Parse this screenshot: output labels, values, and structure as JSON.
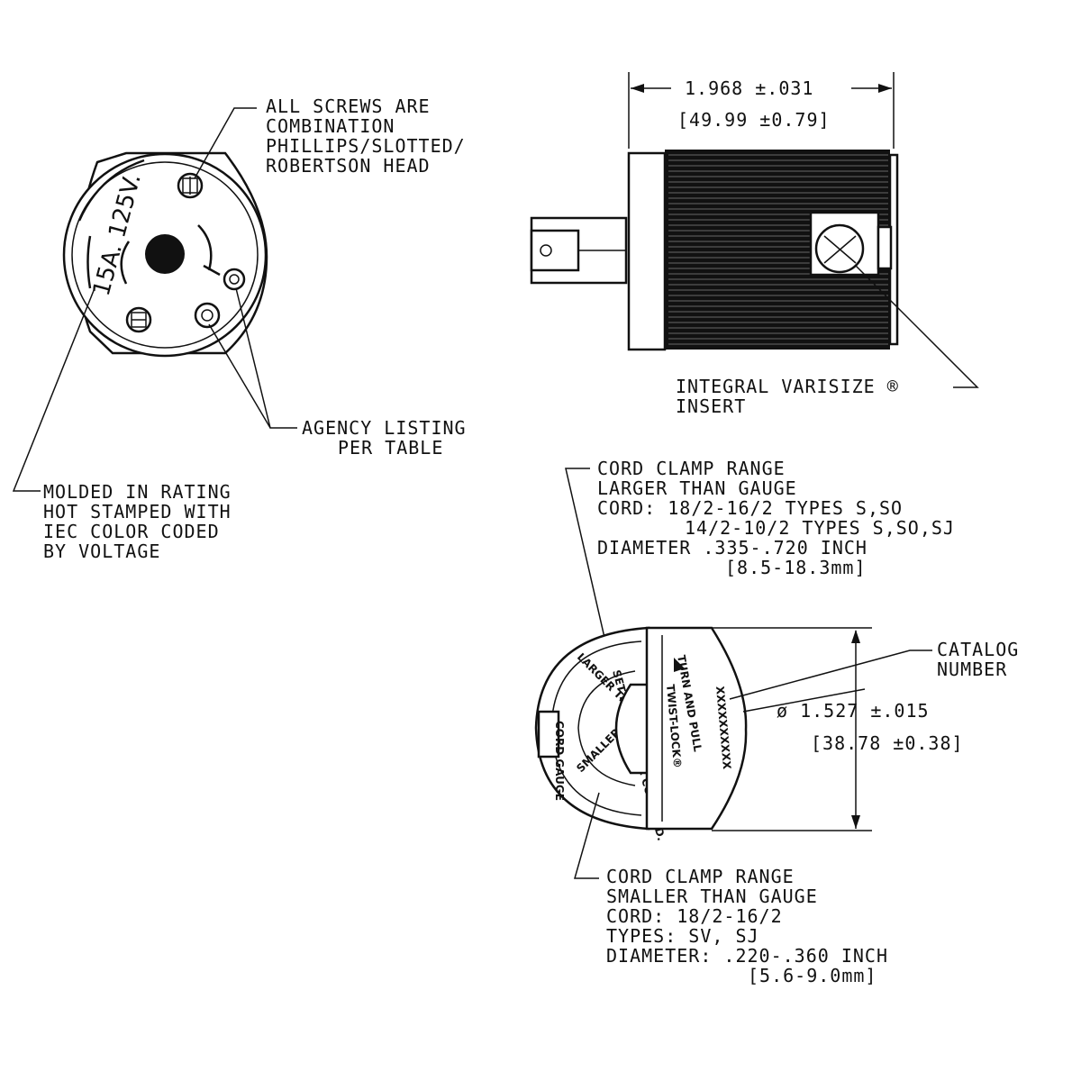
{
  "callouts": {
    "screws": [
      "ALL SCREWS ARE",
      "COMBINATION",
      "PHILLIPS/SLOTTED/",
      "ROBERTSON HEAD"
    ],
    "agency": [
      "AGENCY LISTING",
      "PER TABLE"
    ],
    "molded": [
      "MOLDED IN RATING",
      "HOT STAMPED WITH",
      "IEC COLOR CODED",
      "BY VOLTAGE"
    ],
    "varisize": [
      "INTEGRAL VARISIZE ®",
      "INSERT"
    ],
    "clamp_larger": [
      "CORD CLAMP RANGE",
      "LARGER THAN GAUGE",
      "CORD: 18/2-16/2 TYPES S,SO",
      "14/2-10/2 TYPES S,SO,SJ",
      "DIAMETER .335-.720 INCH",
      "[8.5-18.3mm]"
    ],
    "catalog": [
      "CATALOG",
      "NUMBER"
    ],
    "clamp_smaller": [
      "CORD CLAMP RANGE",
      "SMALLER THAN GAUGE",
      "CORD: 18/2-16/2",
      "TYPES: SV, SJ",
      "DIAMETER: .220-.360 INCH",
      "[5.6-9.0mm]"
    ]
  },
  "dimensions": {
    "length": "1.968 ±.031",
    "length_metric": "[49.99 ±0.79]",
    "diameter": "ø 1.527 ±.015",
    "diameter_metric": "[38.78 ±0.38]"
  },
  "face_rating": "15A. 125V.",
  "end_view": {
    "larger": "LARGER THAN GAUGE",
    "set_pointer": "SET POINTER FOR CORD O.D.",
    "smaller": "SMALLER THAN GAUGE",
    "cord_gauge": "CORD GAUGE",
    "turn_pull": "TURN AND PULL",
    "twist_lock": "TWIST-LOCK®",
    "catalog_placeholder": "XXXXXXXXXX"
  }
}
